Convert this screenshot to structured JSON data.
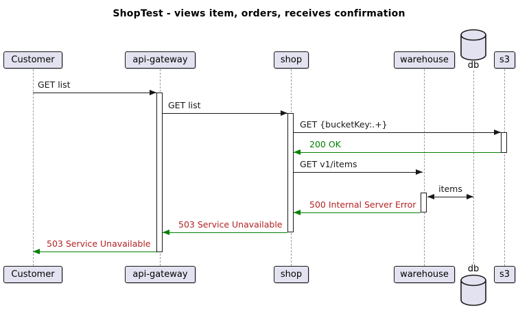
{
  "diagram": {
    "type": "sequence",
    "title": "ShopTest - views item, orders, receives confirmation"
  },
  "colors": {
    "box-fill": "#E2E2F0",
    "box-border": "#181818",
    "lifeline": "#999999",
    "black": "#181818",
    "green": "#008000",
    "red": "#B22222",
    "bar-fill": "#FFFFFF"
  },
  "participants": [
    {
      "name": "Customer",
      "kind": "box"
    },
    {
      "name": "api-gateway",
      "kind": "box"
    },
    {
      "name": "shop",
      "kind": "box"
    },
    {
      "name": "warehouse",
      "kind": "box"
    },
    {
      "name": "db",
      "kind": "database"
    },
    {
      "name": "s3",
      "kind": "box"
    }
  ],
  "messages": [
    {
      "label": "GET list",
      "from": "Customer",
      "to": "api-gateway",
      "line_color": "black",
      "text_color": "black",
      "bidirectional": false
    },
    {
      "label": "GET list",
      "from": "api-gateway",
      "to": "shop",
      "line_color": "black",
      "text_color": "black",
      "bidirectional": false
    },
    {
      "label": "GET {bucketKey:.+}",
      "from": "shop",
      "to": "s3",
      "line_color": "black",
      "text_color": "black",
      "bidirectional": false
    },
    {
      "label": "200 OK",
      "from": "s3",
      "to": "shop",
      "line_color": "green",
      "text_color": "green",
      "bidirectional": false
    },
    {
      "label": "GET v1/items",
      "from": "shop",
      "to": "warehouse",
      "line_color": "black",
      "text_color": "black",
      "bidirectional": false
    },
    {
      "label": "items",
      "from": "warehouse",
      "to": "db",
      "line_color": "black",
      "text_color": "black",
      "bidirectional": true
    },
    {
      "label": "500 Internal Server Error",
      "from": "warehouse",
      "to": "shop",
      "line_color": "green",
      "text_color": "red",
      "bidirectional": false
    },
    {
      "label": "503 Service Unavailable",
      "from": "shop",
      "to": "api-gateway",
      "line_color": "green",
      "text_color": "red",
      "bidirectional": false
    },
    {
      "label": "503 Service Unavailable",
      "from": "api-gateway",
      "to": "Customer",
      "line_color": "green",
      "text_color": "red",
      "bidirectional": false
    }
  ]
}
